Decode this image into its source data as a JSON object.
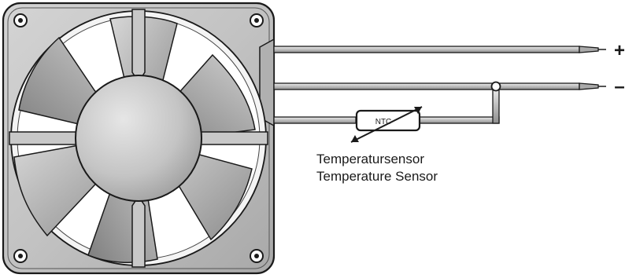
{
  "diagram": {
    "terminals": {
      "plus": "+",
      "minus": "–"
    },
    "sensor": {
      "tag": "NTC",
      "caption_de": "Temperatursensor",
      "caption_en": "Temperature Sensor"
    }
  }
}
